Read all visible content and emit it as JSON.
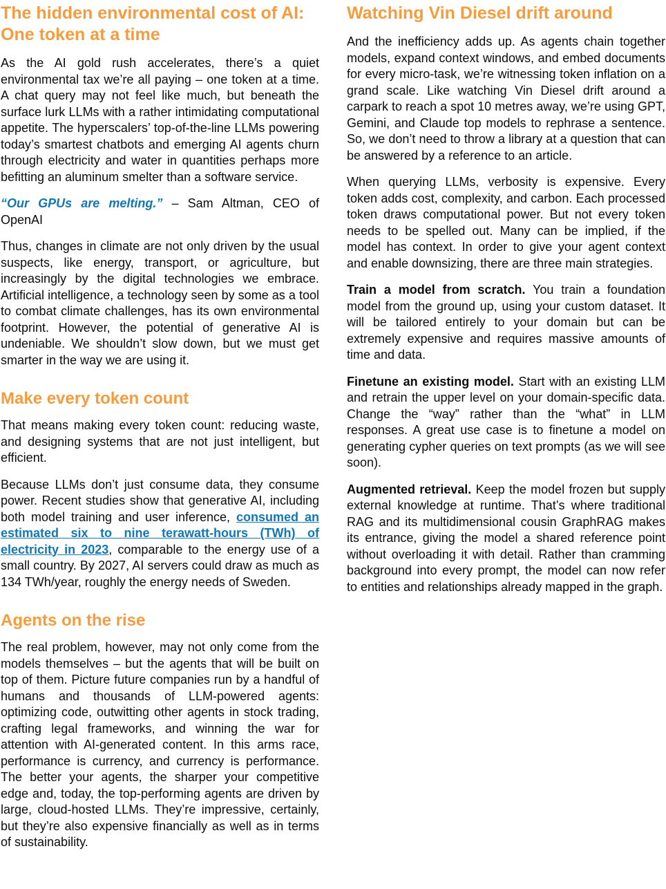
{
  "colors": {
    "heading_orange": "#f59c3e",
    "link_blue": "#1277b2",
    "quote_blue": "#1277b2",
    "body_text": "#0c0c0e",
    "background": "#ffffff"
  },
  "left_column": {
    "heading_line1": "The hidden environmental cost of AI:",
    "heading_line2": "One token at a time",
    "intro": "As the AI gold rush accelerates, there’s a quiet environmental tax we’re all paying – one token at a time. A chat query may not feel like much, but beneath the surface lurk LLMs with a rather intimidating computational appetite. The hyperscalers’ top-of-the-line LLMs powering today’s smartest chatbots and emerging AI agents churn through electricity and water in quantities perhaps more befitting an aluminum smelter than a software service.",
    "quote": "“Our GPUs are melting.”",
    "quote_attribution": " – Sam Altman, CEO of OpenAI",
    "climate": "Thus, changes in climate are not only driven by the usual suspects, like energy, transport, or agriculture, but increasingly by the digital technologies we embrace. Artificial intelligence, a technology seen by some as a tool to combat climate challenges, has its own environmental footprint. However, the potential of generative AI is undeniable. We shouldn’t slow down, but we must get smarter in the way we are using it.",
    "heading_tokens": "Make every token count",
    "tokens_intro": "That means making every token count: reducing waste, and designing systems that are not just intelligent, but efficient.",
    "energy_before": "Because LLMs don’t just consume data, they consume power. Recent studies show that generative AI, including both model training and user inference, ",
    "energy_link": "consumed an estimated six to nine terawatt-hours (TWh) of electricity in 2023",
    "energy_after": ", comparable to the energy use of a small country. By 2027, AI servers could draw as much as 134 TWh/year, roughly the energy needs of Sweden.",
    "heading_agents": "Agents on the rise",
    "agents_body": "The real problem, however, may not only come from the models themselves – but the agents that will be built on top of them. Picture future companies run by a handful of humans and thousands of LLM-powered agents: optimizing code, outwitting other agents in stock trading, crafting legal frameworks, and winning the war for attention with AI-generated content. In this arms race, performance is currency, and currency is performance. The better your agents, the sharper your competitive edge and, today, the top-performing agents are driven by large, cloud-hosted LLMs. They’re impressive, certainly, but they’re also expensive financially as well as in terms of sustainability."
  },
  "right_column": {
    "heading": "Watching Vin Diesel drift around",
    "inefficiency": "And the inefficiency adds up. As agents chain together models, expand context windows, and embed documents for every micro-task, we’re witnessing token inflation on a grand scale. Like watching Vin Diesel drift around a carpark to reach a spot 10 metres away, we’re using GPT, Gemini, and Claude top models to rephrase a sentence. So, we don’t need to throw a library at a question that can be answered by a reference to an article.",
    "verbosity": "When querying LLMs, verbosity is expensive. Every token adds cost, complexity, and carbon. Each processed token draws computational power. But not every token needs to be spelled out. Many can be implied, if the model has context. In order to give your agent context and enable downsizing, there are three main strategies.",
    "strategies": [
      {
        "lead": "Train a model from scratch.",
        "text": " You train a foundation model from the ground up, using your custom dataset. It will be tailored entirely to your domain but can be extremely expensive and requires massive amounts of time and data."
      },
      {
        "lead": "Finetune an existing model.",
        "text": " Start with an existing LLM and retrain the upper level on your domain-specific data. Change the “way” rather than the “what” in LLM responses. A great use case is to finetune a model on generating cypher queries on text prompts (as we will see soon)."
      },
      {
        "lead": "Augmented retrieval.",
        "text": " Keep the model frozen but supply external knowledge at runtime. That’s where traditional RAG and its multidimensional cousin GraphRAG makes its entrance, giving the model a shared reference point without overloading it with detail. Rather than cramming background into every prompt, the model can now refer to entities and relationships already mapped in the graph."
      }
    ]
  }
}
